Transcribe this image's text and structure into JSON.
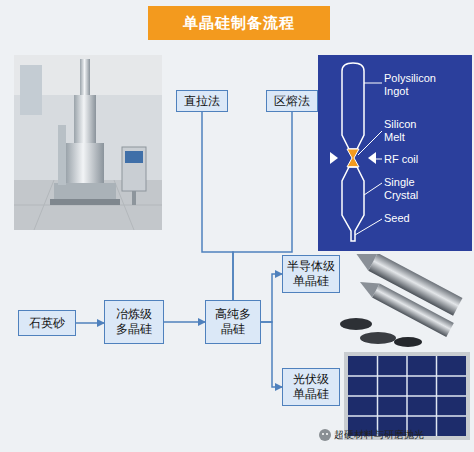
{
  "diagram": {
    "title": "单晶硅制备流程",
    "nodes": [
      {
        "text": [
          "直拉法"
        ]
      },
      {
        "text": [
          "区熔法"
        ]
      },
      {
        "text": [
          "石英砂"
        ]
      },
      {
        "text": [
          "冶炼级多晶硅"
        ]
      },
      {
        "text": [
          "高纯多晶硅"
        ]
      },
      {
        "text": [
          "半导体级单晶硅"
        ]
      },
      {
        "text": [
          "光伏级单晶硅"
        ]
      }
    ],
    "edges": [
      {
        "from": 0,
        "to": 4,
        "arrow": "none"
      },
      {
        "from": 1,
        "to": 4,
        "arrow": "none"
      },
      {
        "from": 2,
        "to": 3,
        "arrow": "to"
      },
      {
        "from": 3,
        "to": 4,
        "arrow": "to"
      },
      {
        "from": 4,
        "to": 5,
        "arrow": "to"
      },
      {
        "from": 4,
        "to": 6,
        "arrow": "to"
      }
    ],
    "labels": [
      "Polysilicon Ingot",
      "Silicon Melt",
      "RF coil",
      "Single Crystal",
      "Seed",
      "超硬材料与研磨抛光"
    ]
  }
}
